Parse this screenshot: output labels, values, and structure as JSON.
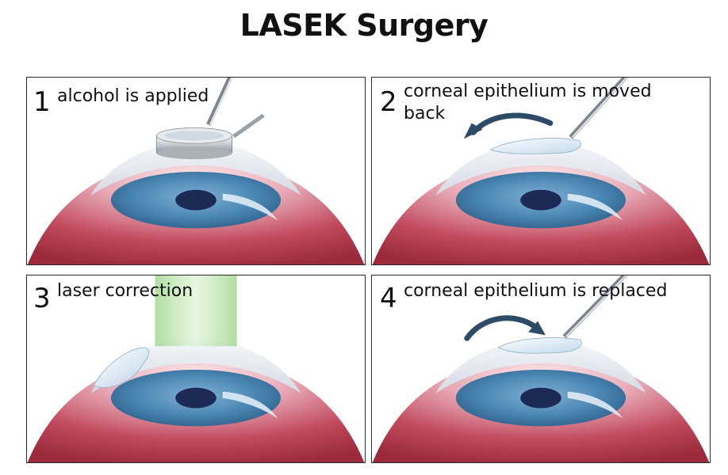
{
  "title": "LASEK Surgery",
  "steps": [
    {
      "number": "1",
      "label": "alcohol is applied"
    },
    {
      "number": "2",
      "label_line1": "corneal epithelium is moved",
      "label_line2": "back"
    },
    {
      "number": "3",
      "label": "laser correction"
    },
    {
      "number": "4",
      "label": "corneal epithelium is replaced"
    }
  ],
  "colors": {
    "eyeball_red": "#b8364a",
    "iris_blue": "#3f7aa6",
    "pupil": "#1d2a55",
    "laser_green": "#b7e3a4",
    "arrow": "#2d4a66"
  }
}
